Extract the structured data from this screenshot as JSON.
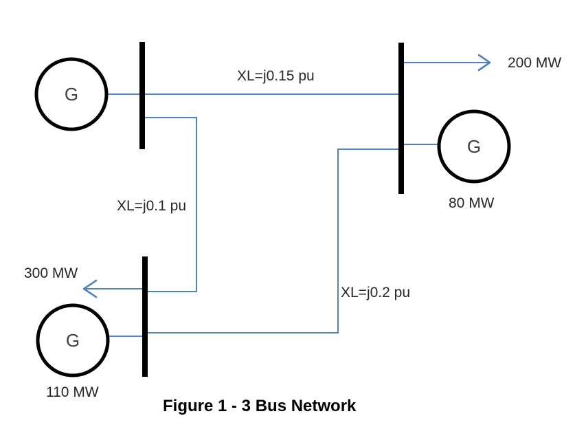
{
  "colors": {
    "line_blue": "#4f81bd",
    "bus_black": "#000000",
    "label_text": "#262626",
    "caption_text": "#000000"
  },
  "caption": "Figure 1 - 3 Bus Network",
  "generators": {
    "gen1": {
      "symbol": "G"
    },
    "gen2": {
      "symbol": "G",
      "output": "80 MW"
    },
    "gen3": {
      "symbol": "G",
      "output": "110 MW"
    }
  },
  "transmission_lines": {
    "line_1_2": {
      "label": "XL=j0.15 pu"
    },
    "line_1_3": {
      "label": "XL=j0.1 pu"
    },
    "line_2_3": {
      "label": "XL=j0.2 pu"
    }
  },
  "loads": {
    "bus2": {
      "label": "200 MW"
    },
    "bus3": {
      "label": "300 MW"
    }
  }
}
